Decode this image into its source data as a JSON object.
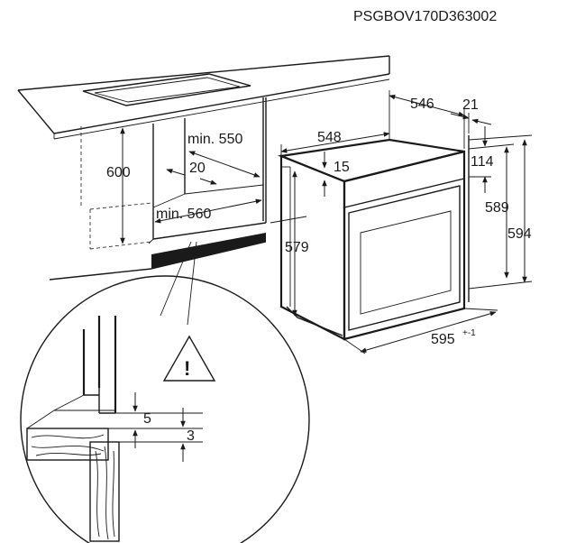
{
  "model_code": "PSGBOV170D363002",
  "dimensions": {
    "cabinet_height": "600",
    "min_550": "min. 550",
    "gap_20": "20",
    "min_560": "min. 560",
    "oven_depth_548": "548",
    "oven_depth_546": "546",
    "offset_21": "21",
    "offset_15": "15",
    "panel_114": "114",
    "height_579": "579",
    "height_589": "589",
    "height_594": "594",
    "width_595": "595",
    "width_tolerance": "+-1",
    "detail_5": "5",
    "detail_3": "3"
  },
  "warning_symbol": "!"
}
